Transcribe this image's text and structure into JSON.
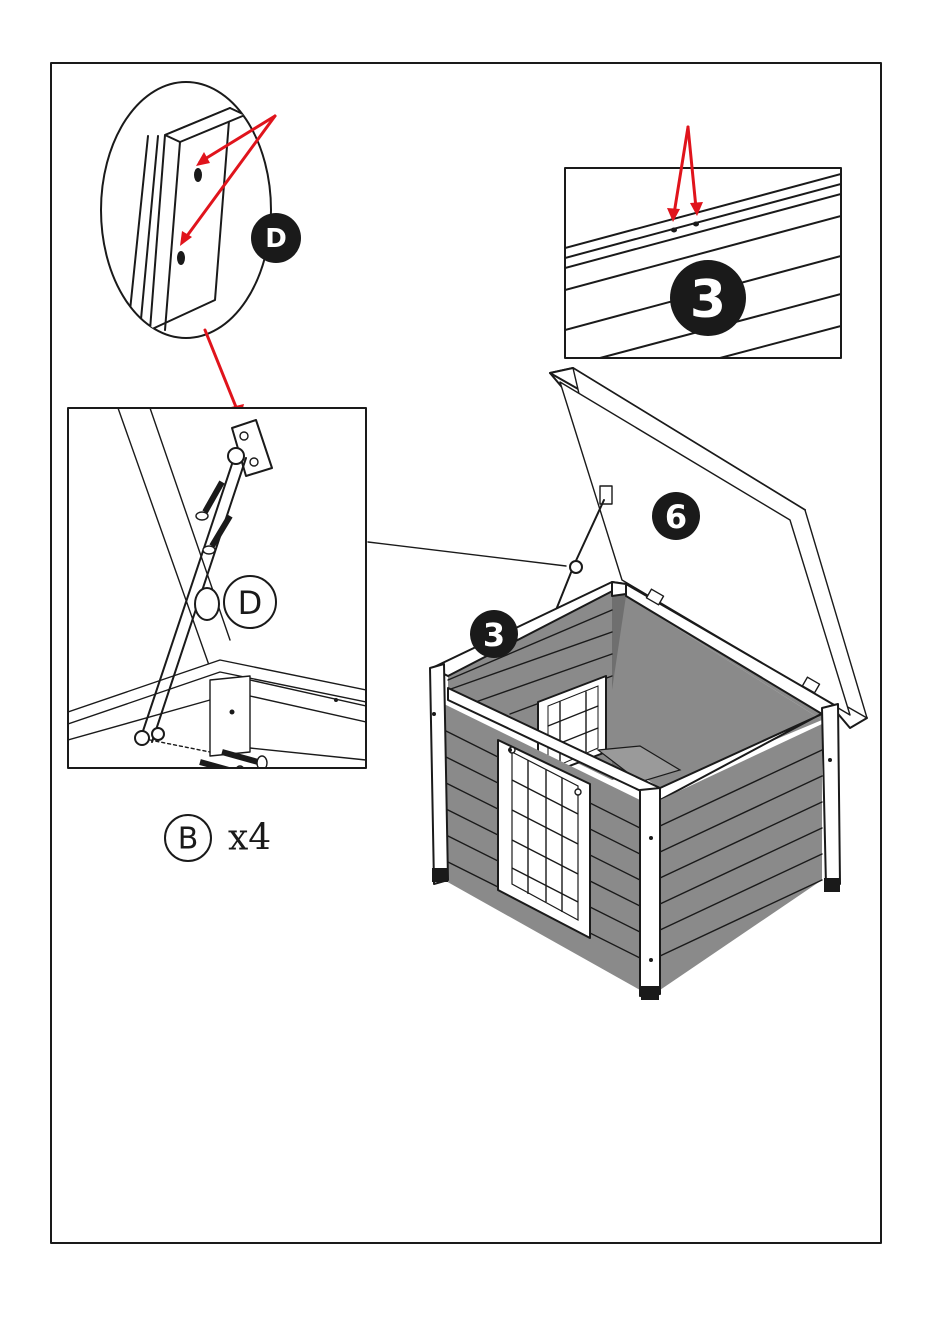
{
  "labels": {
    "hinge_part_top": "D",
    "hinge_part_detail": "D",
    "panel_inset": "3",
    "panel_main": "3",
    "roof_panel": "6",
    "screw_part": "B",
    "screw_quantity": "x4"
  },
  "colors": {
    "arrow": "#e0141c",
    "ink": "#1a1a1a",
    "panel_fill": "#8a8a8a"
  }
}
